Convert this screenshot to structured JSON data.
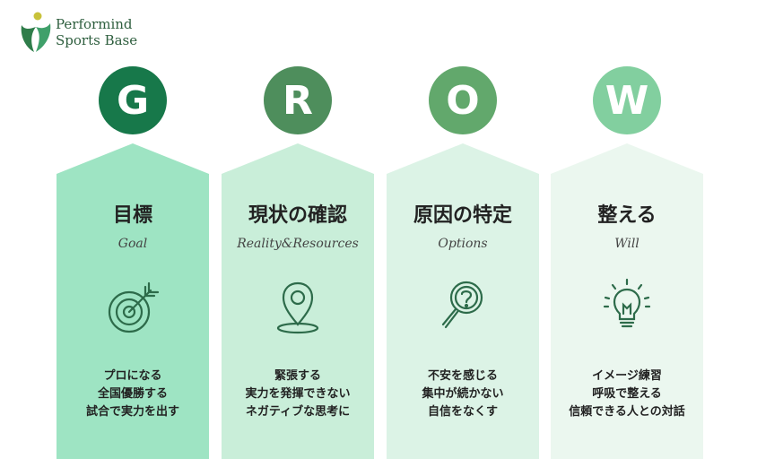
{
  "brand": {
    "line1": "Performind",
    "line2": "Sports Base"
  },
  "colors": {
    "g": "#17784a",
    "r": "#4e8e5c",
    "o": "#62a86c",
    "w": "#82cf9f"
  },
  "columns": [
    {
      "letter": "G",
      "title": "目標",
      "subtitle": "Goal",
      "icon": "target-icon",
      "lines": [
        "プロになる",
        "全国優勝する",
        "試合で実力を出す"
      ]
    },
    {
      "letter": "R",
      "title": "現状の確認",
      "subtitle": "Reality&Resources",
      "icon": "location-pin-icon",
      "lines": [
        "緊張する",
        "実力を発揮できない",
        "ネガティブな思考に"
      ]
    },
    {
      "letter": "O",
      "title": "原因の特定",
      "subtitle": "Options",
      "icon": "magnifier-question-icon",
      "lines": [
        "不安を感じる",
        "集中が続かない",
        "自信をなくす"
      ]
    },
    {
      "letter": "W",
      "title": "整える",
      "subtitle": "Will",
      "icon": "lightbulb-icon",
      "lines": [
        "イメージ練習",
        "呼吸で整える",
        "信頼できる人との対話"
      ]
    }
  ]
}
